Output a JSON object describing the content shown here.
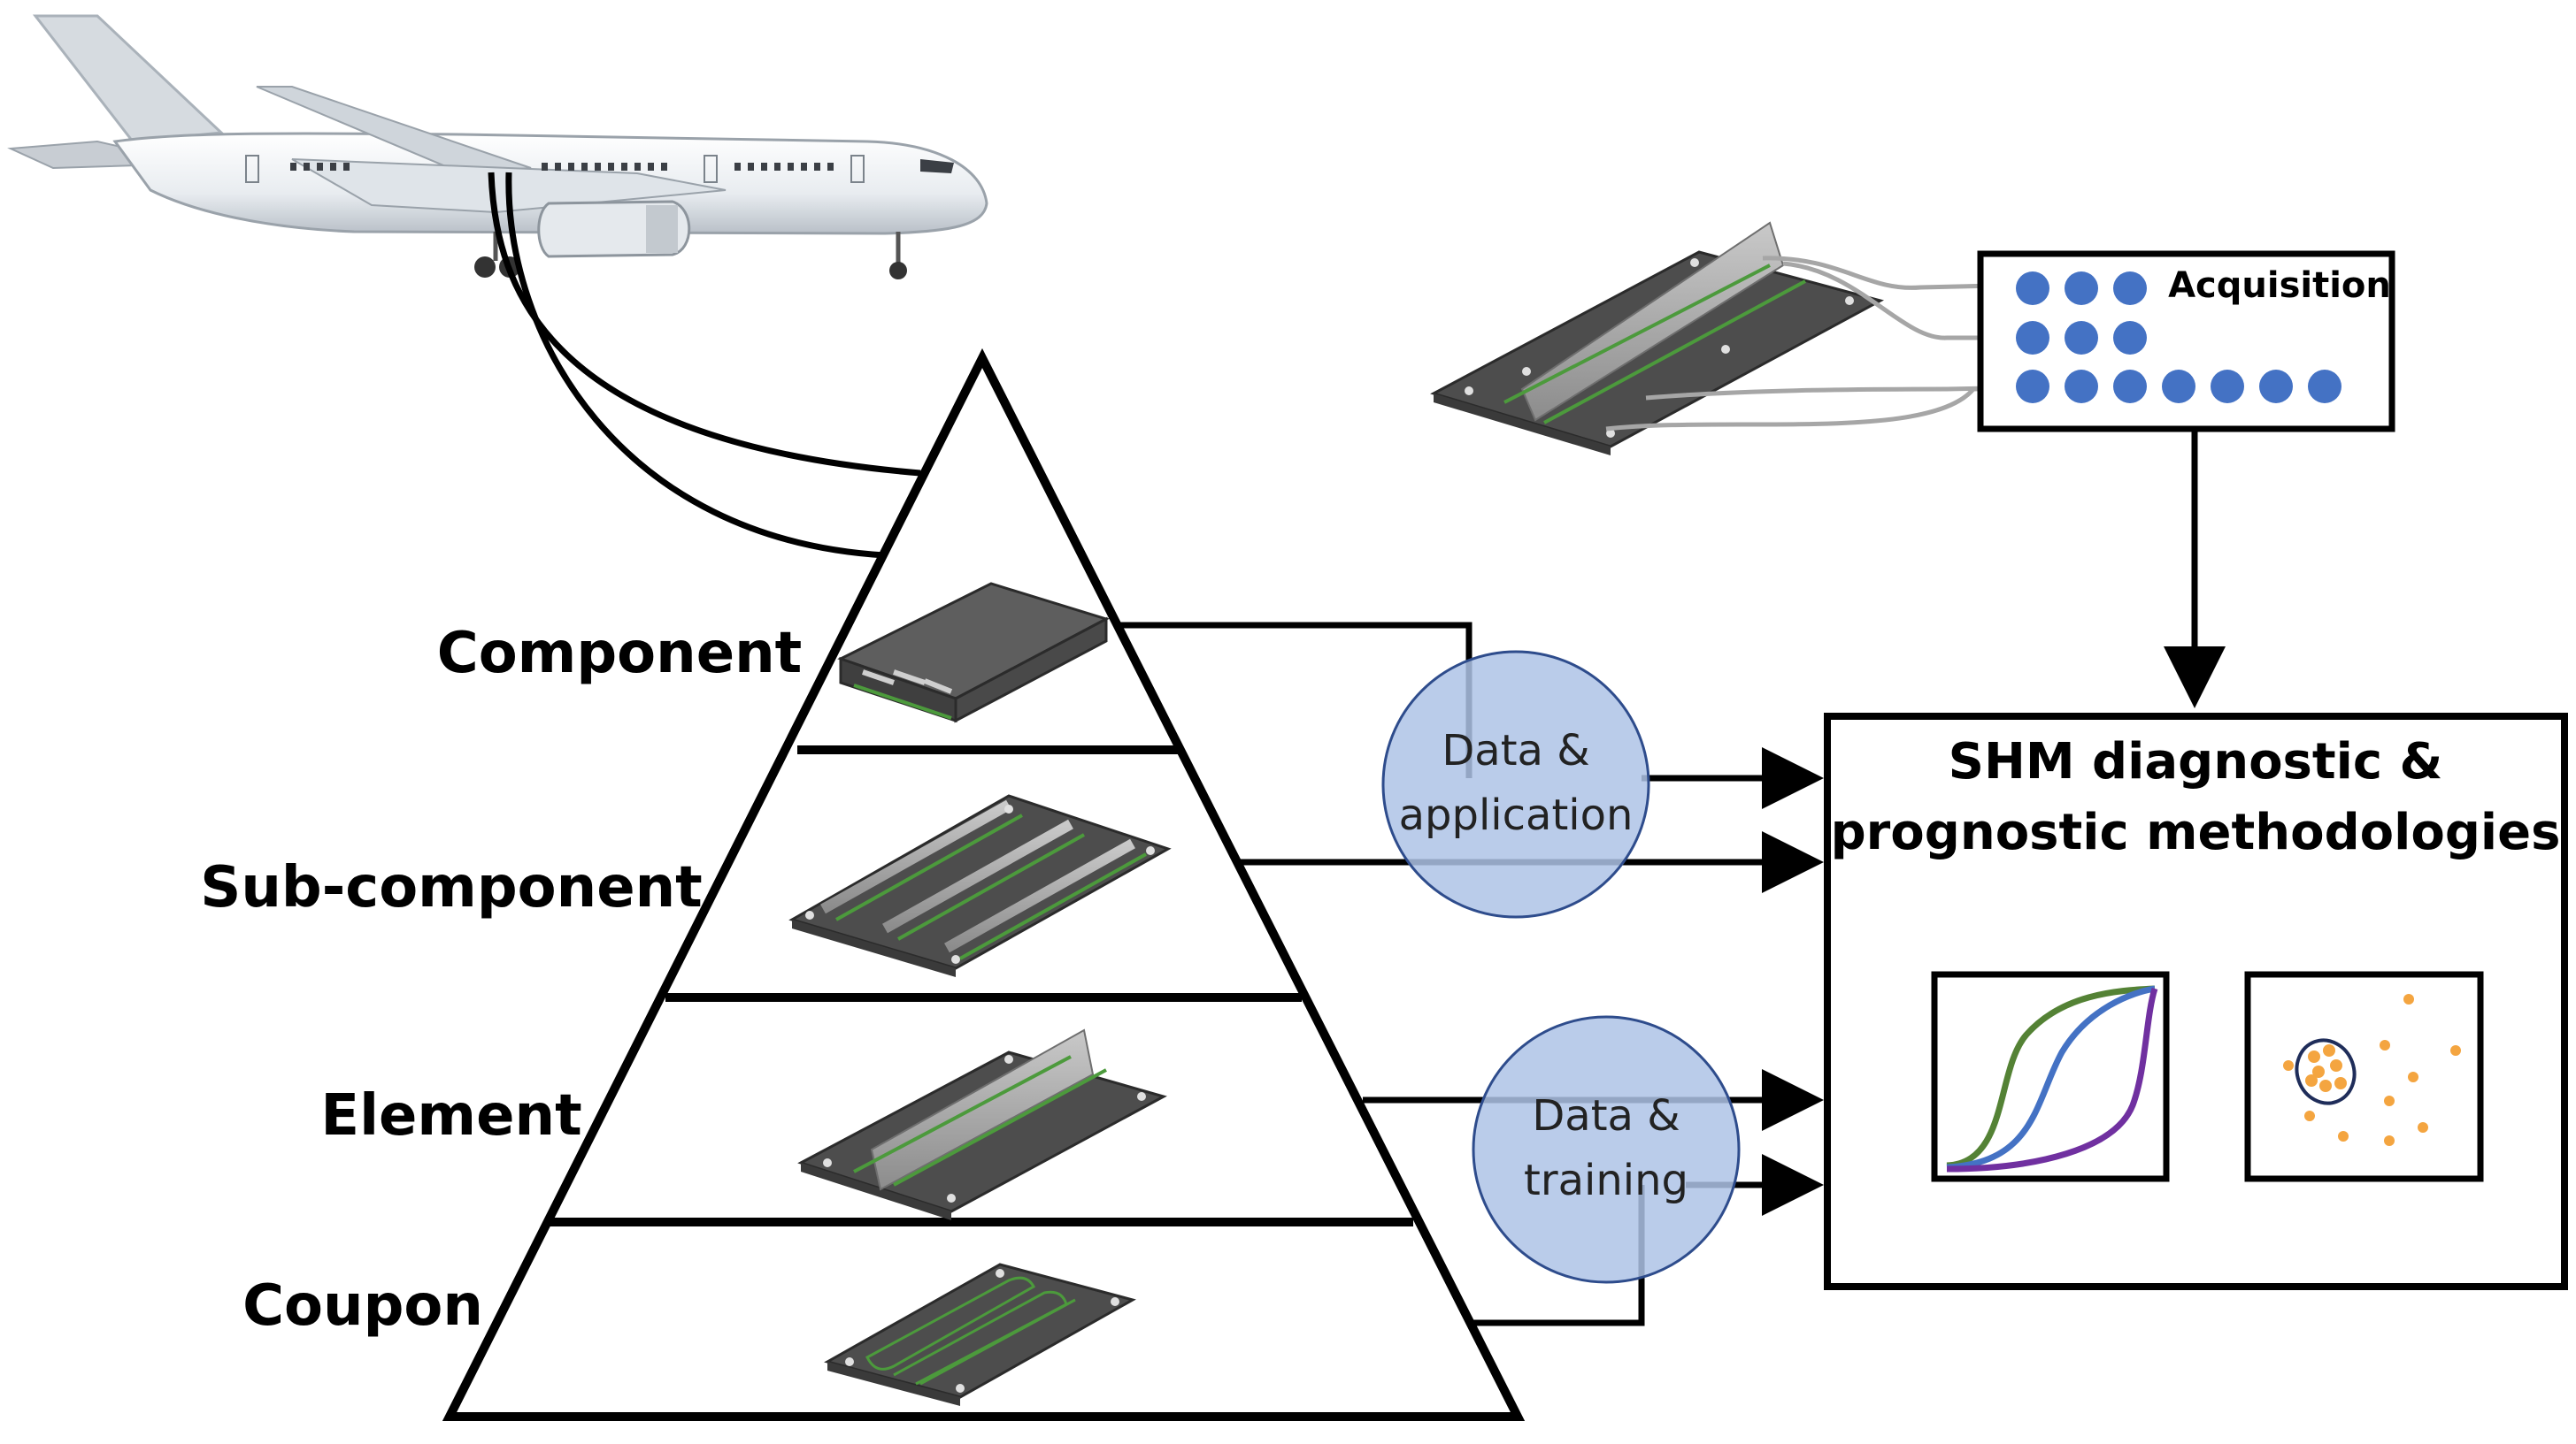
{
  "levels": {
    "component": "Component",
    "sub_component": "Sub-component",
    "element": "Element",
    "coupon": "Coupon"
  },
  "acquisition": {
    "label": "Acquisition"
  },
  "bubbles": {
    "application": {
      "line1": "Data &",
      "line2": "application"
    },
    "training": {
      "line1": "Data &",
      "line2": "training"
    }
  },
  "shm": {
    "title_line1": "SHM diagnostic &",
    "title_line2": "prognostic methodologies"
  },
  "colors": {
    "stroke": "#000000",
    "bubble_fill": "#aec3e6",
    "bubble_stroke": "#2e4c8c",
    "sensor_dot": "#4472c4",
    "wire_gray": "#a6a6a6",
    "plate_dark": "#4d4d4d",
    "sensor_green": "#4c9a3c",
    "curve_green": "#548235",
    "curve_blue": "#4472c4",
    "curve_purple": "#7030a0",
    "cluster_orange": "#f4a540"
  },
  "icons": [
    "airplane-icon",
    "stiffened-panel-icon",
    "box-structure-icon",
    "multi-stringer-panel-icon",
    "single-stringer-icon",
    "coupon-plate-icon"
  ]
}
